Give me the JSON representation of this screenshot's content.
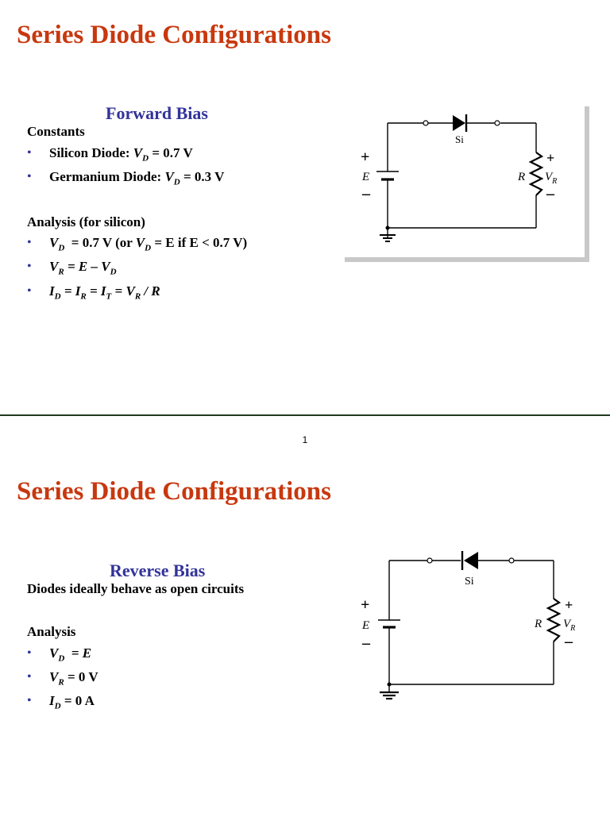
{
  "slide1": {
    "title": "Series Diode Configurations",
    "subtitle": "Forward Bias",
    "constants_heading": "Constants",
    "constants": [
      {
        "label": "Silicon Diode: ",
        "sym": "V",
        "sub": "D",
        "rest": " = 0.7 V"
      },
      {
        "label": "Germanium Diode: ",
        "sym": "V",
        "sub": "D",
        "rest": " = 0.3 V"
      }
    ],
    "analysis_heading": "Analysis (for silicon)",
    "analysis": [
      "= 0.7 V  (or",
      "= E if  E < 0.7 V)",
      "= E – V",
      "= I",
      "= I",
      "= V",
      "/ R"
    ],
    "circuit": {
      "diode": "Si",
      "source": "E",
      "resistor": "R",
      "voltage": "V",
      "voltage_sub": "R",
      "plus": "+",
      "minus": "–"
    }
  },
  "page_number": "1",
  "slide2": {
    "title": "Series Diode Configurations",
    "subtitle": "Reverse Bias",
    "description": "Diodes ideally behave as open circuits",
    "analysis_heading": "Analysis",
    "analysis": [
      "= E",
      "= 0 V",
      "= 0 A"
    ],
    "circuit": {
      "diode": "Si",
      "source": "E",
      "resistor": "R",
      "voltage": "V",
      "voltage_sub": "R",
      "plus": "+",
      "minus": "–"
    }
  },
  "colors": {
    "title": "#c8380e",
    "subtitle": "#33339a",
    "bullet": "#33339a",
    "separator": "#1e3a1e"
  }
}
